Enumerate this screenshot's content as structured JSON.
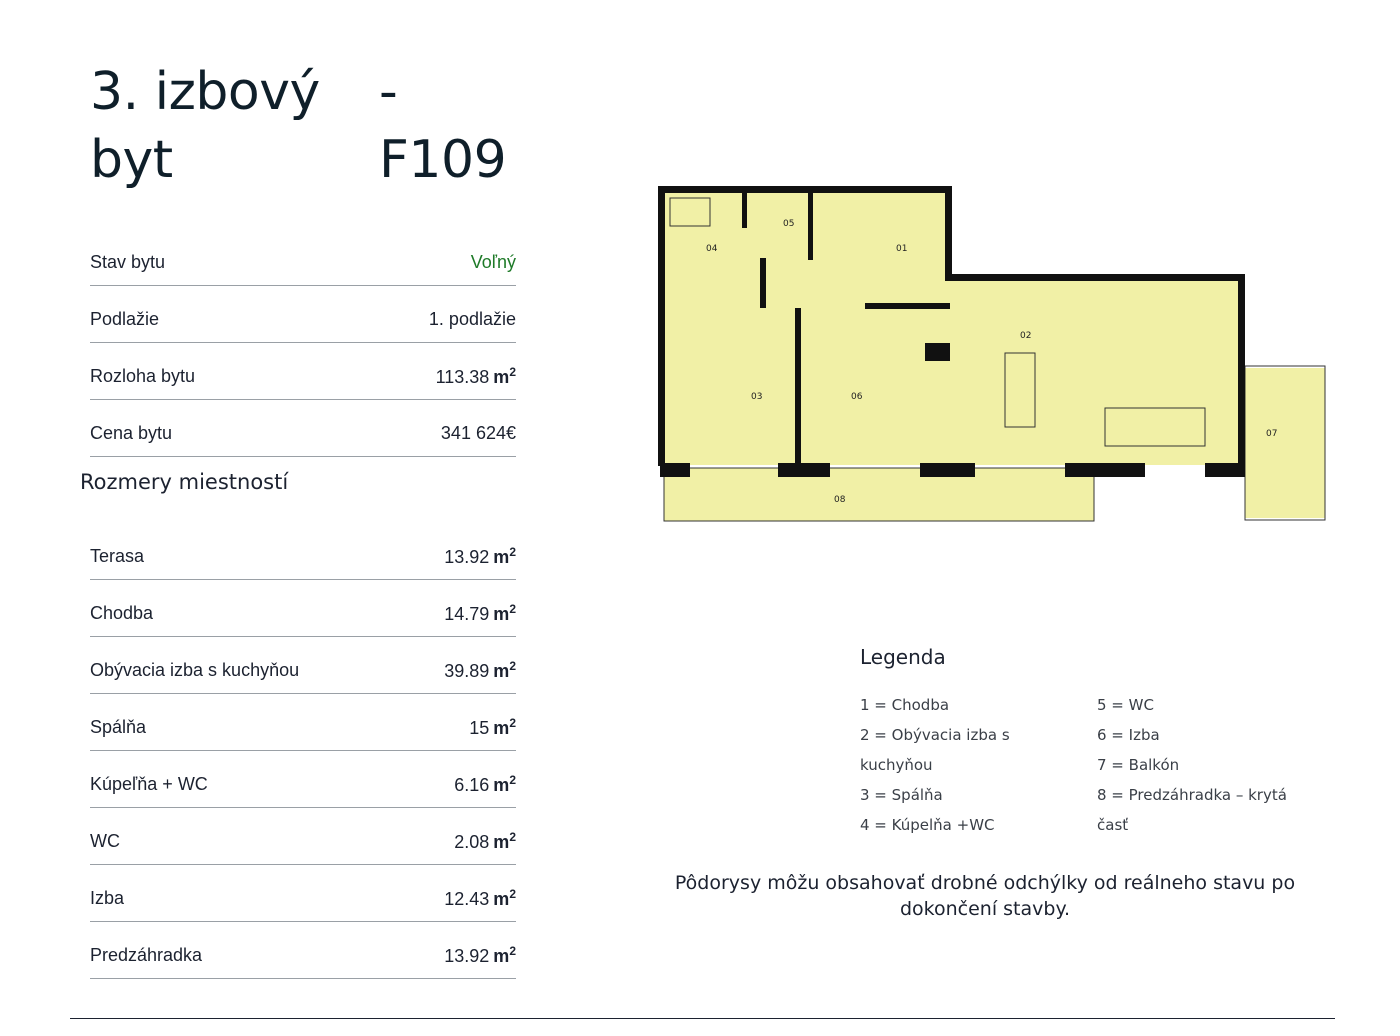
{
  "title": {
    "part1_a": "3. izbový",
    "part1_b": "-",
    "part2_a": "byt",
    "part2_b": "F109"
  },
  "info": [
    {
      "label": "Stav bytu",
      "value": "Voľný",
      "status": true
    },
    {
      "label": "Podlažie",
      "value": "1. podlažie"
    },
    {
      "label": "Rozloha bytu",
      "value": "113.38",
      "unit": "m",
      "sup": "2"
    },
    {
      "label": "Cena bytu",
      "value": "341 624€"
    }
  ],
  "rooms_title": "Rozmery miestností",
  "rooms": [
    {
      "label": "Terasa",
      "value": "13.92",
      "unit": "m",
      "sup": "2"
    },
    {
      "label": "Chodba",
      "value": "14.79",
      "unit": "m",
      "sup": "2"
    },
    {
      "label": "Obývacia izba s kuchyňou",
      "value": "39.89",
      "unit": "m",
      "sup": "2"
    },
    {
      "label": "Spálňa",
      "value": "15",
      "unit": "m",
      "sup": "2"
    },
    {
      "label": "Kúpeľňa + WC",
      "value": "6.16",
      "unit": "m",
      "sup": "2"
    },
    {
      "label": "WC",
      "value": "2.08",
      "unit": "m",
      "sup": "2"
    },
    {
      "label": "Izba",
      "value": "12.43",
      "unit": "m",
      "sup": "2"
    },
    {
      "label": "Predzáhradka",
      "value": "13.92",
      "unit": "m",
      "sup": "2"
    }
  ],
  "plan_labels": {
    "r01": "01",
    "r02": "02",
    "r03": "03",
    "r04": "04",
    "r05": "05",
    "r06": "06",
    "r07": "07",
    "r08": "08"
  },
  "legend": {
    "title": "Legenda",
    "col1": [
      "1 = Chodba",
      "2 = Obývacia izba s",
      "kuchyňou",
      "3 = Spálňa",
      "4 = Kúpelňa +WC"
    ],
    "col2": [
      "5 = WC",
      "6 = Izba",
      "7 = Balkón",
      "8 = Predzáhradka – krytá",
      "časť"
    ]
  },
  "note": "Pôdorysy môžu obsahovať drobné odchýlky od reálneho stavu po dokončení stavby.",
  "colors": {
    "accent_green": "#1e7a28",
    "plan_fill": "#f1f0a6",
    "wall": "#111111"
  }
}
